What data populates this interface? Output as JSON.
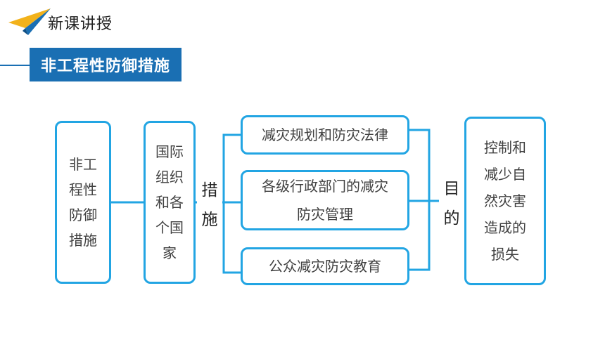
{
  "header": {
    "title": "新课讲授",
    "icon": "paper-plane-icon"
  },
  "section": {
    "title": "非工程性防御措施"
  },
  "diagram": {
    "root": [
      "非工",
      "程性",
      "防御",
      "措施"
    ],
    "subject": [
      "国际",
      "组织",
      "和各",
      "个国",
      "家"
    ],
    "measures_label": [
      "措",
      "施"
    ],
    "measures": [
      {
        "lines": [
          "减灾规划和防灾法律"
        ]
      },
      {
        "lines": [
          "各级行政部门的减灾",
          "防灾管理"
        ]
      },
      {
        "lines": [
          "公众减灾防灾教育"
        ]
      }
    ],
    "purpose_label": [
      "目",
      "的"
    ],
    "purpose": [
      "控制和",
      "减少自",
      "然灾害",
      "造成的",
      "损失"
    ]
  },
  "colors": {
    "accent": "#1a6fb3",
    "box_border": "#22a5e3",
    "plane_yellow": "#f2b21b",
    "plane_blue": "#1a6fb3"
  }
}
